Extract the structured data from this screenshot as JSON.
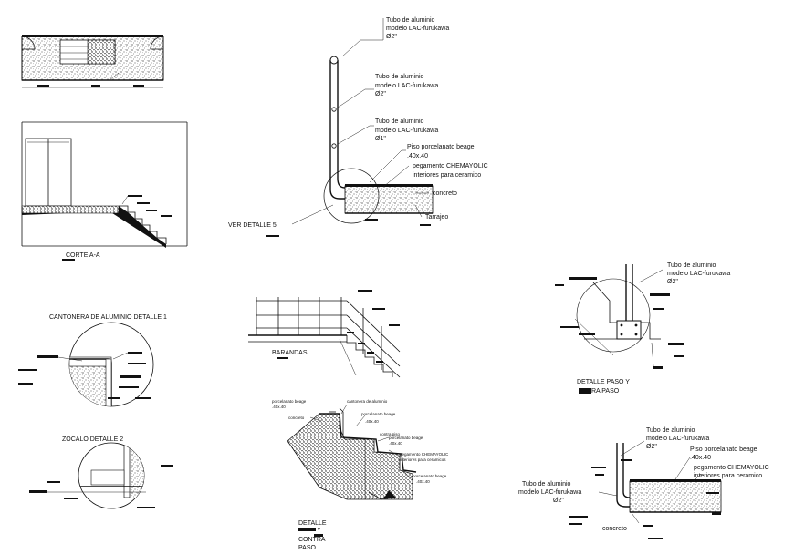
{
  "labels": {
    "tubo_top_1": "Tubo de aluminio",
    "tubo_top_2": "modelo LAC-furukawa",
    "tubo_top_3": "Ø2\"",
    "tubo_mid_1": "Tubo de aluminio",
    "tubo_mid_2": "modelo LAC-furukawa",
    "tubo_mid_3": "Ø2\"",
    "tubo_low_1": "Tubo de aluminio",
    "tubo_low_2": "modelo LAC-furukawa",
    "tubo_low_3": "Ø1\"",
    "piso_1": "Piso porcelanato beage",
    "piso_2": ".40x.40",
    "pegamento_1": "pegamento CHEMAYOLIC",
    "pegamento_2": "interiores para ceramico",
    "concreto": "concreto",
    "tarrajeo": "Tarrajeo",
    "ver_detalle": "VER DETALLE 5",
    "corte": "CORTE A-A",
    "cantonera": "CANTONERA DE ALUMINIO DETALLE 1",
    "barandas": "BARANDAS",
    "zocalo": "ZOCALO DETALLE 2",
    "detalle_bottom_1": "DETALLE",
    "detalle_bottom_2": "Y",
    "detalle_bottom_3": "CONTRA",
    "detalle_bottom_4": "PASO",
    "right_tubo_1": "Tubo de aluminio",
    "right_tubo_2": "modelo LAC-furukawa",
    "right_tubo_3": "Ø2\"",
    "detalle_paso_1": "DETALLE PASO Y",
    "detalle_paso_2": "RA PASO",
    "br_tubo_1": "Tubo de aluminio",
    "br_tubo_2": "modelo LAC-furukawa",
    "br_tubo_3": "Ø2\"",
    "br_piso_1": "Piso porcelanato beage",
    "br_piso_2": ".40x.40",
    "br_peg_1": "pegamento CHEMAYOLIC",
    "br_peg_2": "interiores para ceramico",
    "br_tubo2_1": "Tubo de aluminio",
    "br_tubo2_2": "modelo LAC-furukawa",
    "br_tubo2_3": "Ø2\"",
    "br_concreto": "concreto",
    "sm_cantonera": "cantonera de aluminio",
    "sm_porc_1": "porcelanato beage",
    "sm_porc_2": ".40x.40",
    "sm_concreto": "concreto",
    "sm_porc2_1": "porcelanato beage",
    "sm_porc2_2": ".40x.40",
    "sm_contra": "contra piso",
    "sm_porc3_1": "porcelanato beage",
    "sm_porc3_2": ".40x.40",
    "sm_peg_1": "pegamento CHEMAYOLIC",
    "sm_peg_2": "interiores para ceramicos",
    "sm_porc4_1": "porcelanato beage",
    "sm_porc4_2": ".40x.40"
  },
  "colors": {
    "ink": "#111111",
    "background": "#ffffff"
  }
}
